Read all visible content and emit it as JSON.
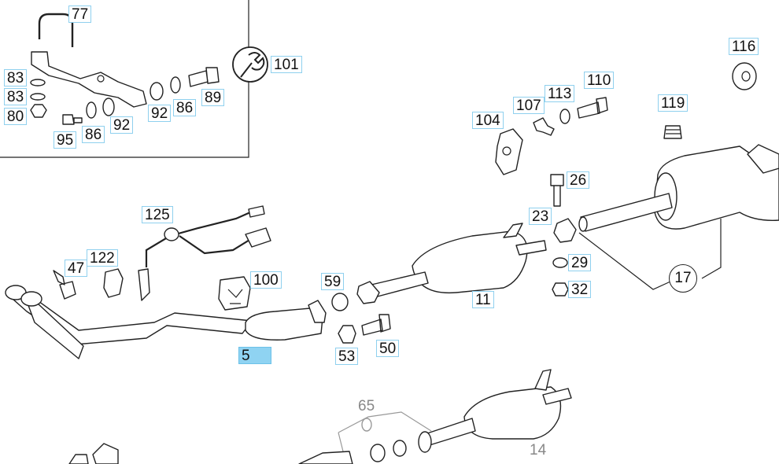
{
  "diagram": {
    "selected_part": "5",
    "parts": {
      "p77": "77",
      "p83a": "83",
      "p83b": "83",
      "p80": "80",
      "p95": "95",
      "p86a": "86",
      "p92a": "92",
      "p92b": "92",
      "p86b": "86",
      "p89": "89",
      "p101": "101",
      "p116": "116",
      "p110": "110",
      "p113": "113",
      "p107": "107",
      "p104": "104",
      "p119": "119",
      "p26": "26",
      "p23": "23",
      "p29": "29",
      "p32": "32",
      "p17": "17",
      "p125": "125",
      "p122": "122",
      "p47": "47",
      "p100": "100",
      "p59": "59",
      "p11": "11",
      "p5": "5",
      "p53": "53",
      "p50": "50",
      "p65": "65",
      "p14": "14"
    }
  }
}
